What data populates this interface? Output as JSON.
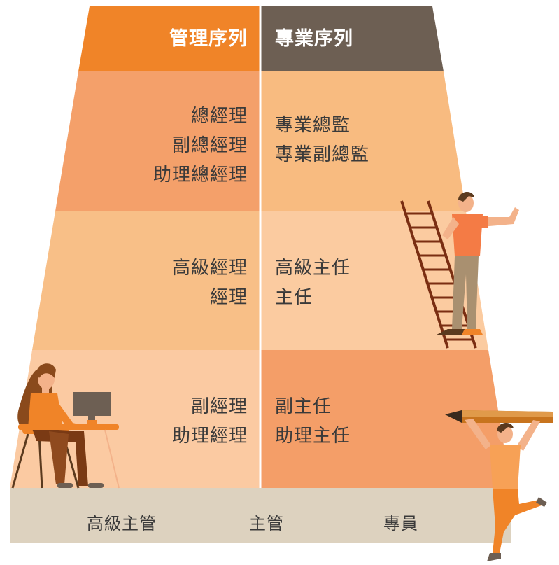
{
  "colors": {
    "header_management": "#f08428",
    "header_professional": "#6d5f53",
    "tier1_management": "#f4a06a",
    "tier1_professional": "#f8bb80",
    "tier2_management": "#f8bf87",
    "tier2_professional": "#fbcba0",
    "tier3_management": "#fbcaa2",
    "tier3_professional": "#f49e68",
    "base_band": "#ddd2bf",
    "divider": "#ffffff"
  },
  "headers": {
    "management": "管理序列",
    "professional": "專業序列"
  },
  "tiers": [
    {
      "management": [
        "總經理",
        "副總經理",
        "助理總經理"
      ],
      "professional": [
        "專業總監",
        "專業副總監"
      ]
    },
    {
      "management": [
        "高級經理",
        "經理"
      ],
      "professional": [
        "高級主任",
        "主任"
      ]
    },
    {
      "management": [
        "副經理",
        "助理經理"
      ],
      "professional": [
        "副主任",
        "助理主任"
      ]
    }
  ],
  "levels": [
    "高級主管",
    "主管",
    "專員"
  ],
  "illustrations": [
    "woman-at-desk-icon",
    "man-on-ladder-icon",
    "man-with-pencil-icon"
  ]
}
